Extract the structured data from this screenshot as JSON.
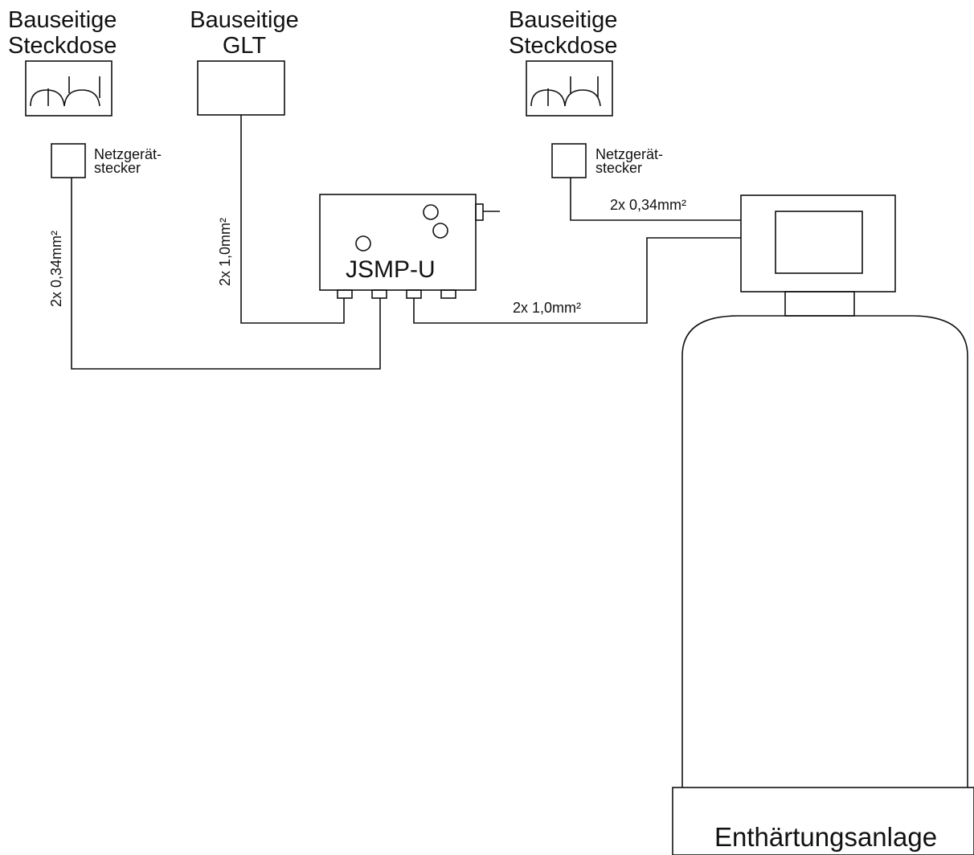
{
  "labels": {
    "socket_left_line1": "Bauseitige",
    "socket_left_line2": "Steckdose",
    "glt_line1": "Bauseitige",
    "glt_line2": "GLT",
    "socket_right_line1": "Bauseitige",
    "socket_right_line2": "Steckdose",
    "plug_left_line1": "Netzgerät-",
    "plug_left_line2": "stecker",
    "plug_right_line1": "Netzgerät-",
    "plug_right_line2": "stecker",
    "cable_left": "2x 0,34mm²",
    "cable_glt": "2x 1,0mm²",
    "cable_top_right": "2x 0,34mm²",
    "cable_bottom_right": "2x 1,0mm²",
    "device": "JSMP-U",
    "softener": "Enthärtungsanlage"
  },
  "icons": {
    "socket_left": "socket-icon",
    "socket_right": "socket-icon"
  }
}
